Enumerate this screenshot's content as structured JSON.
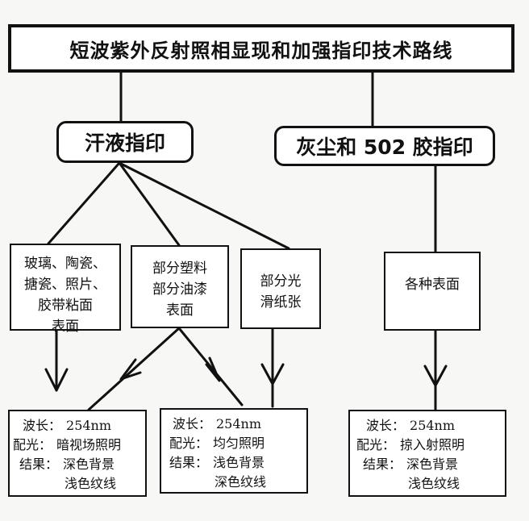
{
  "title": "短波紫外反射照相显现和加强指印技术路线",
  "categories": {
    "sweat": "汗液指印",
    "dust": "灰尘和 502 胶指印"
  },
  "surfaces": {
    "glass": [
      "玻璃、陶瓷、",
      "搪瓷、照片、",
      "胶带粘面",
      "表面"
    ],
    "plastic": [
      "部分塑料",
      "部分油漆",
      "表面"
    ],
    "paper": [
      "部分光",
      "滑纸张"
    ],
    "various": [
      "各种表面"
    ]
  },
  "results": {
    "dark_field": {
      "wavelength_label": "波长：",
      "wavelength": "254nm",
      "light_label": "配光：",
      "light": "暗视场照明",
      "result_label": "结果：",
      "result_1": "深色背景",
      "result_2": "浅色纹线"
    },
    "uniform": {
      "wavelength_label": "波长：",
      "wavelength": "254nm",
      "light_label": "配光：",
      "light": "均匀照明",
      "result_label": "结果：",
      "result_1": "浅色背景",
      "result_2": "深色纹线"
    },
    "grazing": {
      "wavelength_label": "波长：",
      "wavelength": "254nm",
      "light_label": "配光：",
      "light": "掠入射照明",
      "result_label": "结果：",
      "result_1": "深色背景",
      "result_2": "浅色纹线"
    }
  }
}
